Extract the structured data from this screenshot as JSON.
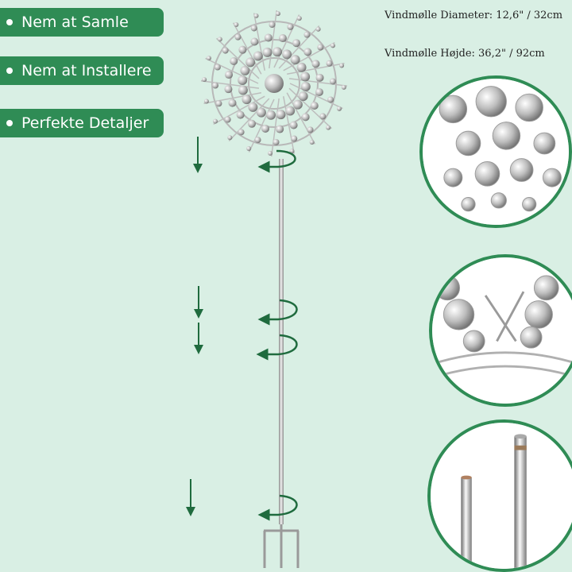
{
  "features": [
    {
      "label": "Nem at Samle"
    },
    {
      "label": "Nem at Installere"
    },
    {
      "label": "Perfekte Detaljer"
    }
  ],
  "specs": {
    "diameter": "Vindmølle Diameter: 12,6\" / 32cm",
    "height": "Vindmølle Højde: 36,2\" / 92cm"
  },
  "colors": {
    "accent": "#2f8c55",
    "background": "#d9efe4",
    "metal": "#c9c9c9"
  },
  "icons": [
    "down-arrow-icon",
    "rotate-arrow-icon",
    "bullet-dot-icon"
  ]
}
